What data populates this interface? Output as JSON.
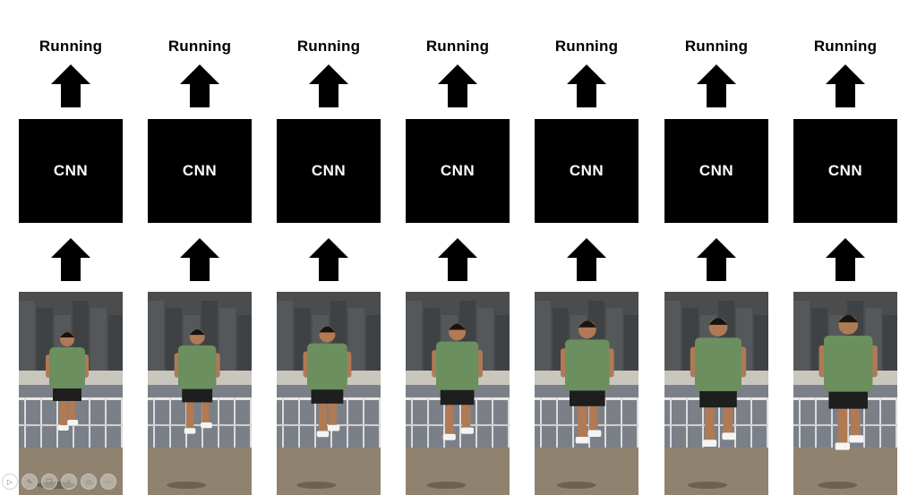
{
  "frames": [
    {
      "output_label": "Running",
      "model_label": "CNN",
      "pose": 0
    },
    {
      "output_label": "Running",
      "model_label": "CNN",
      "pose": 1
    },
    {
      "output_label": "Running",
      "model_label": "CNN",
      "pose": 2
    },
    {
      "output_label": "Running",
      "model_label": "CNN",
      "pose": 3
    },
    {
      "output_label": "Running",
      "model_label": "CNN",
      "pose": 4
    },
    {
      "output_label": "Running",
      "model_label": "CNN",
      "pose": 5
    },
    {
      "output_label": "Running",
      "model_label": "CNN",
      "pose": 6
    }
  ],
  "colors": {
    "box": "#000000",
    "arrow": "#000000",
    "box_text": "#ffffff",
    "shirt": "#6b8f5e",
    "shorts": "#1e1e1e",
    "skin": "#b07a55",
    "sky": "#4a4c4e",
    "water": "#7b8088",
    "ground": "#8f8370"
  },
  "toolbar": {
    "icons": [
      "play-icon",
      "pen-icon",
      "copy-icon",
      "zoom-icon",
      "slides-icon",
      "more-icon"
    ]
  }
}
